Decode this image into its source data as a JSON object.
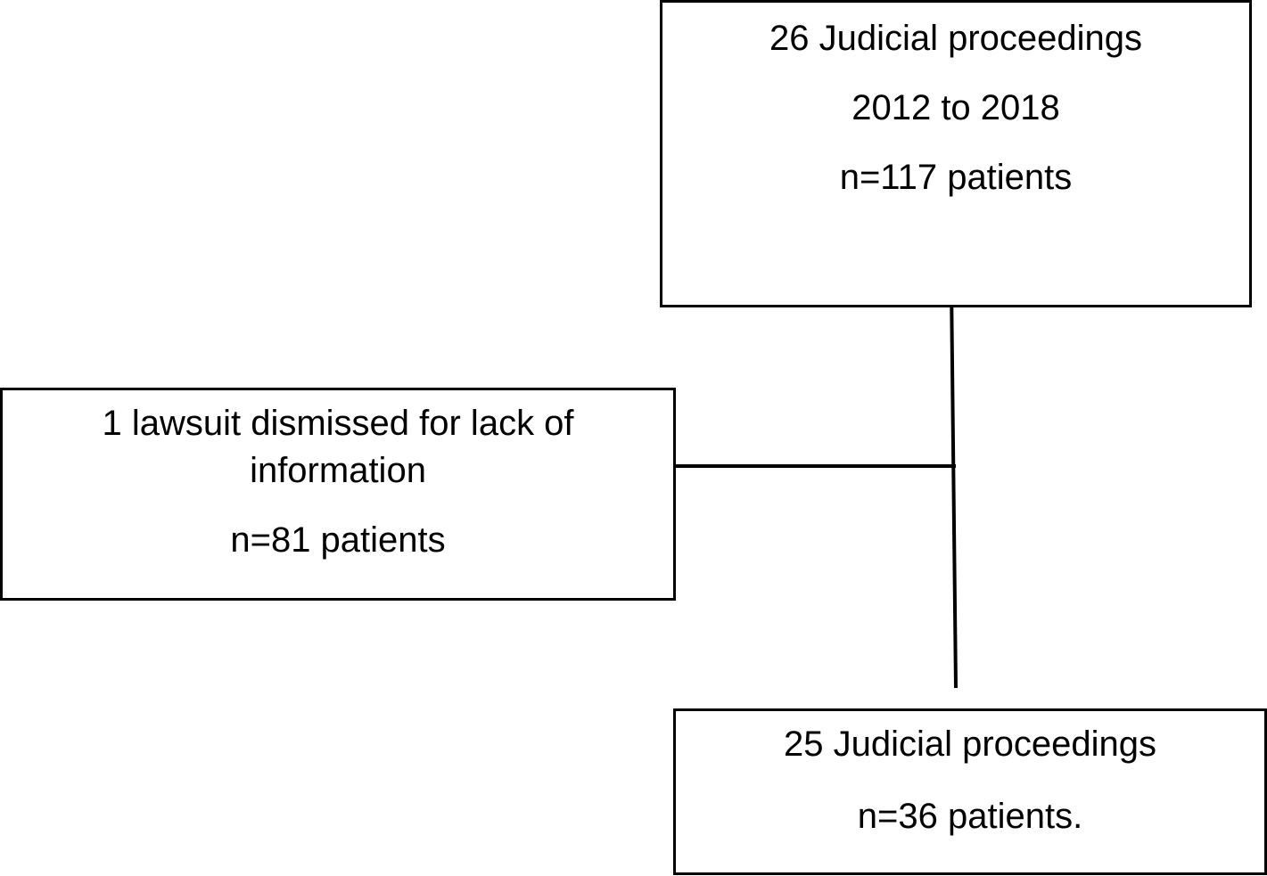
{
  "boxes": {
    "top": {
      "line1": "26 Judicial proceedings",
      "line2": "2012 to 2018",
      "line3": "n=117 patients"
    },
    "excluded": {
      "line1": "1 lawsuit dismissed for lack of",
      "line2": "information",
      "line3": "n=81 patients"
    },
    "bottom": {
      "line1": "25 Judicial proceedings",
      "line2": "n=36 patients."
    }
  },
  "colors": {
    "stroke": "#000000",
    "background": "#ffffff"
  }
}
